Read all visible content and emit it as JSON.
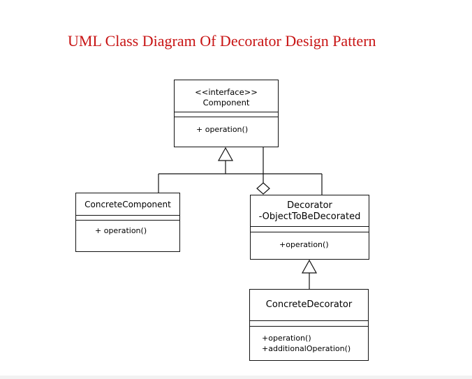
{
  "title": "UML Class Diagram Of Decorator Design Pattern",
  "colors": {
    "title": "#c81414",
    "lines": "#111111"
  },
  "classes": {
    "component": {
      "stereotype": "<<interface>>",
      "name": "Component",
      "operations": [
        "+ operation()"
      ]
    },
    "concrete_component": {
      "name": "ConcreteComponent",
      "operations": [
        "+ operation()"
      ]
    },
    "decorator": {
      "name": "Decorator",
      "attribute": "-ObjectToBeDecorated",
      "operations": [
        "+operation()"
      ]
    },
    "concrete_decorator": {
      "name": "ConcreteDecorator",
      "operations": [
        "+operation()",
        "+additionalOperation()"
      ]
    }
  },
  "relationships": [
    {
      "type": "realization",
      "from": "concrete_component",
      "to": "component"
    },
    {
      "type": "realization",
      "from": "decorator",
      "to": "component"
    },
    {
      "type": "aggregation",
      "from": "decorator",
      "to": "component"
    },
    {
      "type": "inheritance",
      "from": "concrete_decorator",
      "to": "decorator"
    }
  ]
}
